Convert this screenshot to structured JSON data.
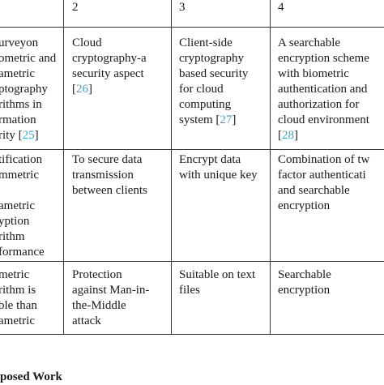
{
  "header": {
    "col2": "2",
    "col3": "3",
    "col4": "4"
  },
  "rows": [
    {
      "col1": "urveyon\nometric and\nametric\nptography\nrithms in\nrmation\nrity [",
      "col1_ref": "25",
      "col1_tail": "]",
      "col2": "Cloud\ncryptography-a\nsecurity aspect\n[",
      "col2_ref": "26",
      "col2_tail": "]",
      "col3": "Client-side\ncryptography\nbased security\nfor cloud\ncomputing\nsystem [",
      "col3_ref": "27",
      "col3_tail": "]",
      "col4": "A searchable\nencryption scheme\nwith biometric\nauthentication and\nauthorization for\ncloud environment\n[",
      "col4_ref": "28",
      "col4_tail": "]"
    },
    {
      "col1": "tification\nmmetric\n\nametric\nyption\nrithm\nformance",
      "col2": "To secure data\ntransmission\nbetween clients",
      "col3": "Encrypt data\nwith unique key",
      "col4": "Combination of tw\nfactor authenticati\nand searchable\nencryption"
    },
    {
      "col1": "metric\nrithm is\nble than\nametric",
      "col2": "Protection\nagainst Man-in-\nthe-Middle\nattack",
      "col3": "Suitable on text\nfiles",
      "col4": "Searchable\nencryption"
    }
  ],
  "section_heading": "posed Work"
}
